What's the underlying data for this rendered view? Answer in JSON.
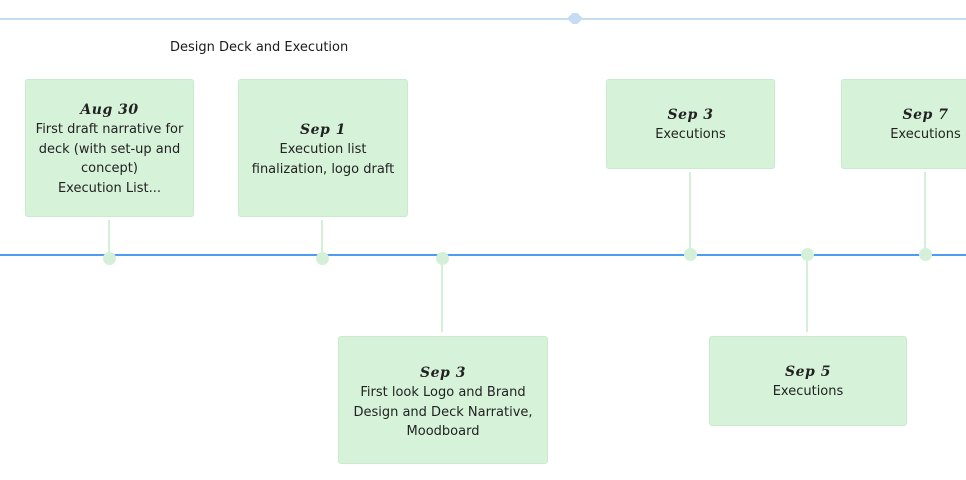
{
  "section_title": "Design Deck and Execution",
  "events": [
    {
      "date": "Aug 30",
      "description": "First draft narrative for\ndeck (with set-up and\nconcept)\nExecution List..."
    },
    {
      "date": "Sep 1",
      "description": "Execution list\nfinalization, logo draft"
    },
    {
      "date": "Sep 3",
      "description": "First look Logo and Brand\nDesign and Deck Narrative,\nMoodboard"
    },
    {
      "date": "Sep 3",
      "description": "Executions"
    },
    {
      "date": "Sep 5",
      "description": "Executions"
    },
    {
      "date": "Sep 7",
      "description": "Executions"
    }
  ],
  "colors": {
    "axis": "#4c9cf1",
    "top_line": "#c5dcf5",
    "card_fill": "#d6f3da",
    "connector": "#d4f0d8"
  }
}
